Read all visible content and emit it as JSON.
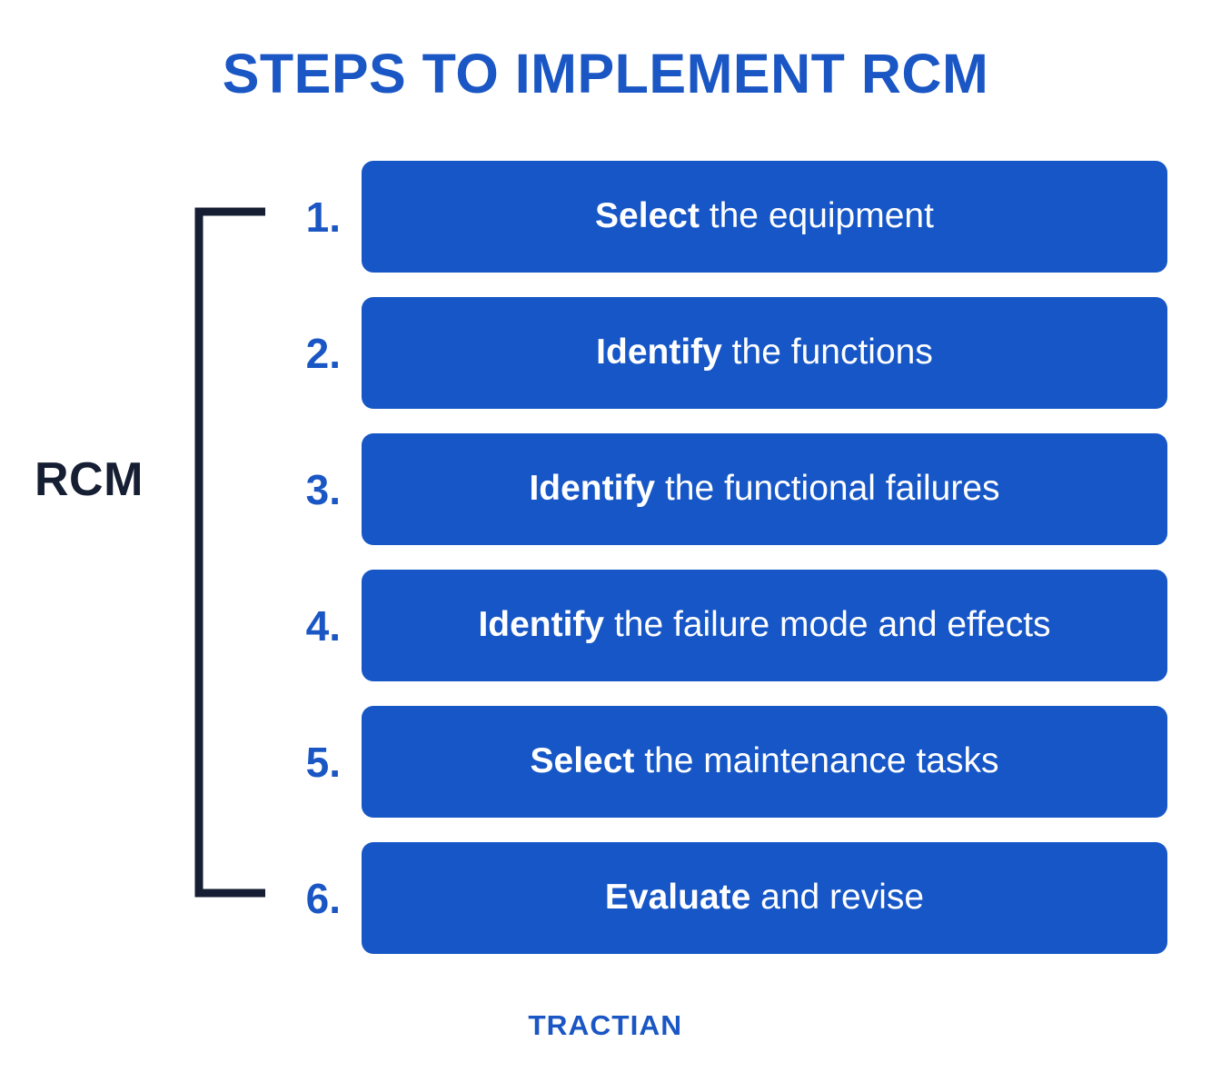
{
  "title": "STEPS TO IMPLEMENT RCM",
  "side_label": "RCM",
  "colors": {
    "title_blue": "#1a56c4",
    "box_blue": "#1656c6",
    "number_blue": "#1a56c4",
    "bracket_navy": "#151e32",
    "label_navy": "#151e32",
    "box_text": "#ffffff",
    "background": "#ffffff"
  },
  "steps": [
    {
      "number": "1.",
      "lead": "Select",
      "rest": " the equipment",
      "full": "Select the equipment"
    },
    {
      "number": "2.",
      "lead": "Identify",
      "rest": " the functions",
      "full": "Identify the functions"
    },
    {
      "number": "3.",
      "lead": "Identify",
      "rest": " the functional failures",
      "full": "Identify the functional failures"
    },
    {
      "number": "4.",
      "lead": "Identify",
      "rest": " the failure mode and effects",
      "full": "Identify the failure mode and effects"
    },
    {
      "number": "5.",
      "lead": "Select",
      "rest": " the maintenance tasks",
      "full": "Select the maintenance tasks"
    },
    {
      "number": "6.",
      "lead": "Evaluate",
      "rest": " and revise",
      "full": "Evaluate and revise"
    }
  ],
  "footer": {
    "brand": "TRACTIAN"
  }
}
